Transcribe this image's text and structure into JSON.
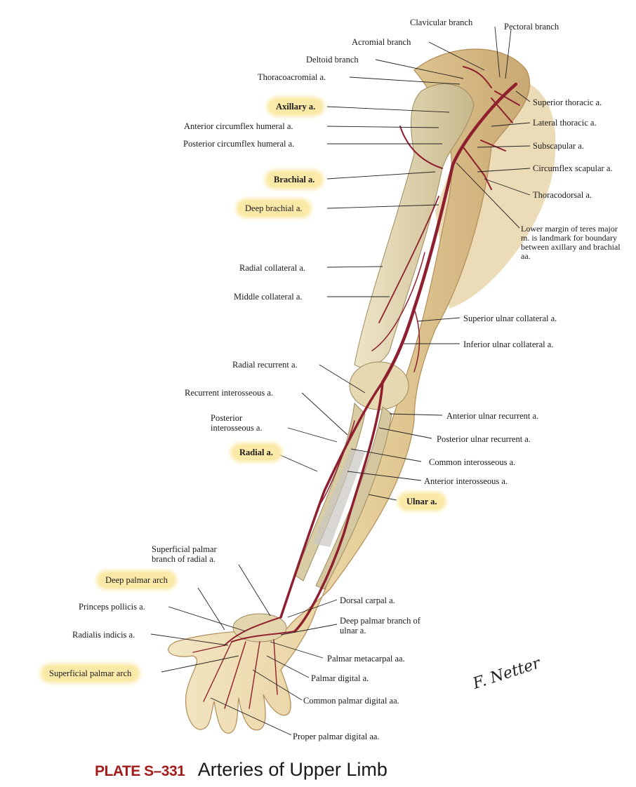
{
  "labels": {
    "clavicular_branch": "Clavicular branch",
    "pectoral_branch": "Pectoral branch",
    "acromial_branch": "Acromial branch",
    "deltoid_branch": "Deltoid branch",
    "thoracoacromial": "Thoracoacromial a.",
    "axillary": "Axillary a.",
    "superior_thoracic": "Superior thoracic a.",
    "anterior_circumflex_humeral": "Anterior circumflex humeral a.",
    "lateral_thoracic": "Lateral thoracic a.",
    "posterior_circumflex_humeral": "Posterior circumflex humeral a.",
    "subscapular": "Subscapular a.",
    "brachial": "Brachial a.",
    "circumflex_scapular": "Circumflex scapular a.",
    "thoracodorsal": "Thoracodorsal a.",
    "deep_brachial": "Deep brachial a.",
    "teres_note": "Lower margin of teres major m. is landmark for boundary between axillary and brachial aa.",
    "radial_collateral": "Radial collateral a.",
    "middle_collateral": "Middle collateral a.",
    "superior_ulnar_collateral": "Superior ulnar collateral a.",
    "inferior_ulnar_collateral": "Inferior ulnar collateral a.",
    "radial_recurrent": "Radial recurrent a.",
    "recurrent_interosseous": "Recurrent interosseous a.",
    "anterior_ulnar_recurrent": "Anterior ulnar recurrent a.",
    "posterior_interosseous": "Posterior interosseous a.",
    "posterior_ulnar_recurrent": "Posterior ulnar recurrent a.",
    "radial": "Radial a.",
    "common_interosseous": "Common interosseous a.",
    "anterior_interosseous": "Anterior interosseous a.",
    "ulnar": "Ulnar a.",
    "superficial_palmar_branch": "Superficial palmar branch of radial a.",
    "deep_palmar_arch": "Deep palmar arch",
    "dorsal_carpal": "Dorsal carpal a.",
    "princeps_pollicis": "Princeps pollicis a.",
    "deep_palmar_branch_ulnar": "Deep palmar branch of ulnar a.",
    "radialis_indicis": "Radialis indicis a.",
    "palmar_metacarpal": "Palmar metacarpal aa.",
    "superficial_palmar_arch": "Superficial palmar arch",
    "palmar_digital": "Palmar digital a.",
    "common_palmar_digital": "Common palmar digital aa.",
    "proper_palmar_digital": "Proper palmar digital aa."
  },
  "plate": {
    "number": "PLATE S–331",
    "title": "Arteries of Upper Limb"
  },
  "signature": "F. Netter",
  "colors": {
    "highlight": "#fbe9a8",
    "artery": "#8e1f2e",
    "skin": "#e9d6a8",
    "bone": "#d8cba3",
    "plate_number": "#a31c1c"
  }
}
